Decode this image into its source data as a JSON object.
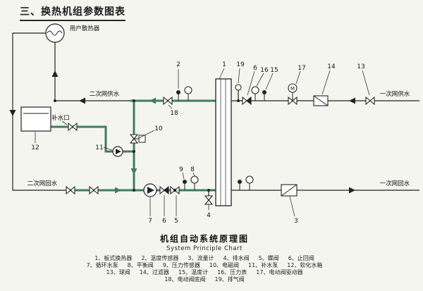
{
  "page": {
    "title": "三、换热机组参数图表"
  },
  "diagram": {
    "labels": {
      "radiator": "用户散热器",
      "makeup_port": "补水口",
      "secondary_supply": "二次网供水",
      "secondary_return": "二次网回水",
      "primary_supply": "一次网供水",
      "primary_return": "一次网回水"
    },
    "callouts": [
      "1",
      "2",
      "3",
      "4",
      "5",
      "6",
      "7",
      "8",
      "9",
      "10",
      "11",
      "12",
      "13",
      "14",
      "15",
      "16",
      "17",
      "18",
      "19"
    ],
    "motor_letter": "M"
  },
  "footer": {
    "subtitle_cn": "机组自动系统原理图",
    "subtitle_en": "System Principle Chart",
    "legend_rows": [
      [
        "1、板式换热器",
        "2、温度传感器",
        "3、流量计",
        "4、排水阀",
        "5、蝶阀",
        "6、止回阀"
      ],
      [
        "7、循环水泵",
        "8、平衡阀",
        "9、压力传感器",
        "10、电磁阀",
        "11、补水泵",
        "12、软化水箱"
      ],
      [
        "13、球阀",
        "14、过滤器",
        "15、温度计",
        "16、压力表",
        "17、电动阀驱动器"
      ],
      [
        "18、电动阀底阀",
        "19、排气阀"
      ]
    ]
  },
  "colors": {
    "pipe_green": "#3f7d5f",
    "line": "#222222",
    "background": "#f5f5f0"
  }
}
